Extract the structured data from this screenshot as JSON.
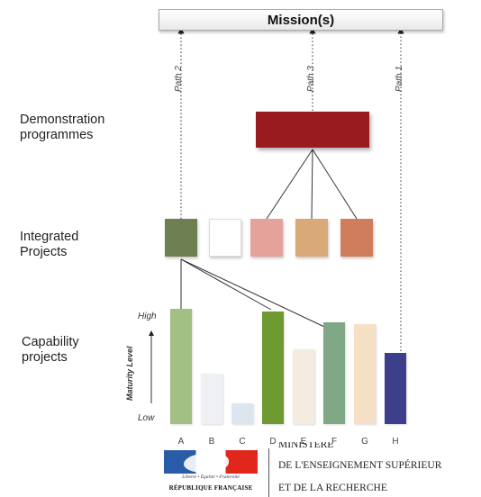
{
  "mission": {
    "label": "Mission(s)"
  },
  "paths": [
    {
      "id": "path-2",
      "label": "Path 2"
    },
    {
      "id": "path-3",
      "label": "Path 3"
    },
    {
      "id": "path-1",
      "label": "Path 1"
    }
  ],
  "rows": {
    "demonstration": "Demonstration\nprogrammes",
    "integrated": "Integrated\nProjects",
    "capability": "Capability\nprojects"
  },
  "demonstration_box": {
    "color": "#9a1b1f"
  },
  "integrated_projects": [
    {
      "id": "ip1",
      "color": "#6e7f52"
    },
    {
      "id": "ip2",
      "color": "#ffffff"
    },
    {
      "id": "ip3",
      "color": "#e4a29a"
    },
    {
      "id": "ip4",
      "color": "#d9a97a"
    },
    {
      "id": "ip5",
      "color": "#cf7d5c"
    }
  ],
  "maturity_axis": {
    "title": "Maturity Level",
    "high": "High",
    "low": "Low"
  },
  "capability_projects": [
    {
      "label": "A",
      "level": 1.0,
      "color": "#a2bf84"
    },
    {
      "label": "B",
      "level": 0.44,
      "color": "#eef0f3"
    },
    {
      "label": "C",
      "level": 0.18,
      "color": "#dde6ee"
    },
    {
      "label": "D",
      "level": 0.98,
      "color": "#6d9b31"
    },
    {
      "label": "E",
      "level": 0.65,
      "color": "#f3ecdf"
    },
    {
      "label": "F",
      "level": 0.88,
      "color": "#80a886"
    },
    {
      "label": "G",
      "level": 0.87,
      "color": "#f5e0c5"
    },
    {
      "label": "H",
      "level": 0.62,
      "color": "#3d3f8a"
    }
  ],
  "footer": {
    "motto": "Liberté • Égalité • Fraternité",
    "republic": "RÉPUBLIQUE FRANÇAISE",
    "ministry_top": "MINISTÈRE",
    "ministry_line1": "DE L'ENSEIGNEMENT SUPÉRIEUR",
    "ministry_line2": "ET DE LA RECHERCHE"
  }
}
